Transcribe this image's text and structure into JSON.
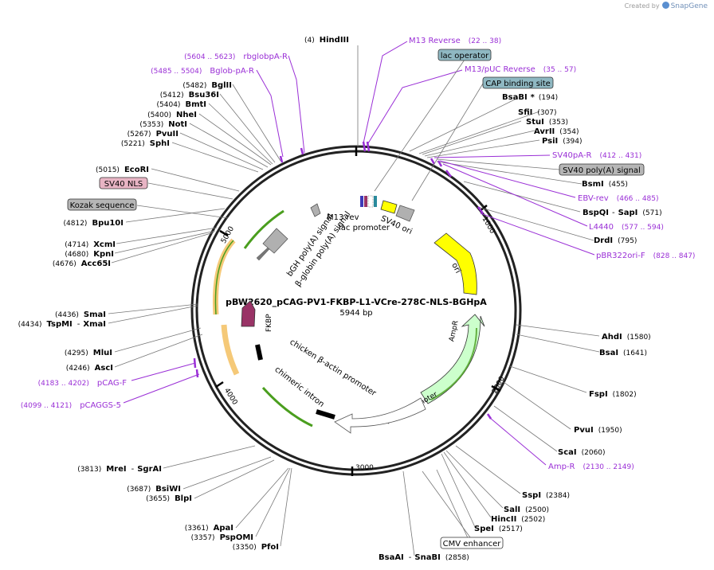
{
  "credit": {
    "prefix": "Created by",
    "brand": "SnapGene"
  },
  "plasmid": {
    "name": "pBW2620_pCAG-PV1-FKBP-L1-VCre-278C-NLS-BGHpA",
    "size": "5944 bp"
  },
  "ticks": [
    "1000",
    "2000",
    "3000",
    "4000",
    "5000"
  ],
  "sites_right": [
    {
      "name": "HindIII",
      "pos": "(4)"
    },
    {
      "name": "BsaBI",
      "star": "*",
      "pos": "(194)"
    },
    {
      "name": "SfiI",
      "pos": "(307)"
    },
    {
      "name": "StuI",
      "pos": "(353)"
    },
    {
      "name": "AvrII",
      "pos": "(354)"
    },
    {
      "name": "PsiI",
      "pos": "(394)"
    },
    {
      "name": "BsmI",
      "pos": "(455)"
    },
    {
      "name": "BspQI",
      "dash": "-",
      "name2": "SapI",
      "pos": "(571)"
    },
    {
      "name": "DrdI",
      "pos": "(795)"
    },
    {
      "name": "AhdI",
      "pos": "(1580)"
    },
    {
      "name": "BsaI",
      "pos": "(1641)"
    },
    {
      "name": "FspI",
      "pos": "(1802)"
    },
    {
      "name": "PvuI",
      "pos": "(1950)"
    },
    {
      "name": "ScaI",
      "pos": "(2060)"
    },
    {
      "name": "SspI",
      "pos": "(2384)"
    },
    {
      "name": "SalI",
      "pos": "(2500)"
    },
    {
      "name": "HincII",
      "pos": "(2502)"
    },
    {
      "name": "SpeI",
      "pos": "(2517)"
    },
    {
      "name": "BsaAI",
      "dash": "-",
      "name2": "SnaBI",
      "pos": "(2858)"
    }
  ],
  "sites_left": [
    {
      "name": "BglII",
      "pos": "(5482)"
    },
    {
      "name": "Bsu36I",
      "pos": "(5412)"
    },
    {
      "name": "BmtI",
      "pos": "(5404)"
    },
    {
      "name": "NheI",
      "pos": "(5400)"
    },
    {
      "name": "NotI",
      "pos": "(5353)"
    },
    {
      "name": "PvuII",
      "pos": "(5267)"
    },
    {
      "name": "SphI",
      "pos": "(5221)"
    },
    {
      "name": "EcoRI",
      "pos": "(5015)"
    },
    {
      "name": "Bpu10I",
      "pos": "(4812)"
    },
    {
      "name": "XcmI",
      "pos": "(4714)"
    },
    {
      "name": "KpnI",
      "pos": "(4680)"
    },
    {
      "name": "Acc65I",
      "pos": "(4676)"
    },
    {
      "name": "SmaI",
      "pos": "(4436)"
    },
    {
      "name": "TspMI",
      "dash": "-",
      "name2": "XmaI",
      "pos": "(4434)"
    },
    {
      "name": "MluI",
      "pos": "(4295)"
    },
    {
      "name": "AscI",
      "pos": "(4246)"
    },
    {
      "name": "MreI",
      "dash": "-",
      "name2": "SgrAI",
      "pos": "(3813)"
    },
    {
      "name": "BsiWI",
      "pos": "(3687)"
    },
    {
      "name": "BlpI",
      "pos": "(3655)"
    },
    {
      "name": "ApaI",
      "pos": "(3361)"
    },
    {
      "name": "PspOMI",
      "pos": "(3357)"
    },
    {
      "name": "PfoI",
      "pos": "(3350)"
    }
  ],
  "primers": [
    {
      "name": "M13 Reverse",
      "range": "(22 .. 38)"
    },
    {
      "name": "M13/pUC Reverse",
      "range": "(35 .. 57)"
    },
    {
      "name": "SV40pA-R",
      "range": "(412 .. 431)"
    },
    {
      "name": "EBV-rev",
      "range": "(466 .. 485)"
    },
    {
      "name": "L4440",
      "range": "(577 .. 594)"
    },
    {
      "name": "pBR322ori-F",
      "range": "(828 .. 847)"
    },
    {
      "name": "Amp-R",
      "range": "(2130 .. 2149)"
    },
    {
      "name": "rbglobpA-R",
      "range": "(5604 .. 5623)"
    },
    {
      "name": "Bglob-pA-R",
      "range": "(5485 .. 5504)"
    },
    {
      "name": "pCAG-F",
      "range": "(4183 .. 4202)"
    },
    {
      "name": "pCAGGS-5",
      "range": "(4099 .. 4121)"
    }
  ],
  "boxed_features": {
    "lac_operator": "lac operator",
    "cap_site": "CAP binding site",
    "sv40_polya": "SV40 poly(A) signal",
    "sv40_nls": "SV40 NLS",
    "kozak": "Kozak sequence",
    "cmv": "CMV enhancer"
  },
  "inner_features": {
    "m13_rev": "M13 rev",
    "lac_promoter": "lac promoter",
    "sv40_ori": "SV40 ori",
    "ori": "ori",
    "ampr": "AmpR",
    "ampr_promoter": "AmpR promoter",
    "chicken": "chicken β-actin promoter",
    "chimeric": "chimeric intron",
    "fkbp": "FKBP",
    "bgh": "bGH poly(A) signal",
    "bglobin": "β-globin poly(A) signal"
  },
  "colors": {
    "backbone": "#222222",
    "primer": "#9a2fd6",
    "ori": "#ffff00",
    "ampr": "#ccffcc",
    "promoter": "#ffffff",
    "cag": "#f5c978",
    "fkbp": "#993366",
    "boxed": "#8fa8b2"
  }
}
